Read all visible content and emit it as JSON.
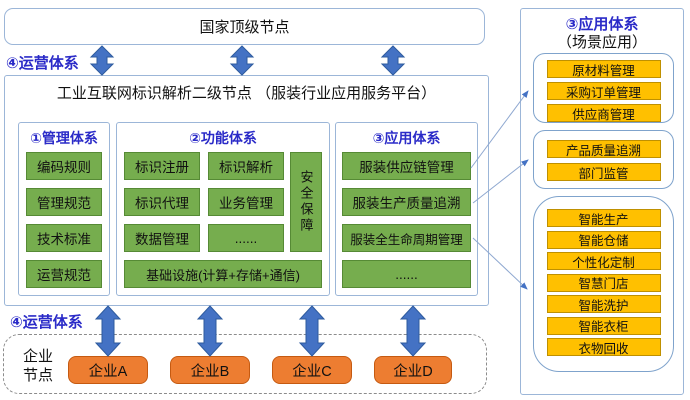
{
  "colors": {
    "arrow_blue": "#4472C4",
    "arrow_outline": "#2E5B9E",
    "frame_border_blue": "#9CB6D8",
    "green_fill": "#76AD4E",
    "green_border": "#568A35",
    "yellow_fill": "#FFC000",
    "orange_fill": "#ED7D31",
    "orange_border": "#C55A11",
    "title_blue": "#2B2BC8"
  },
  "top_node": {
    "label": "国家顶级节点"
  },
  "operation_label_top": "④运营体系",
  "operation_label_bottom": "④运营体系",
  "platform": {
    "title": "工业互联网标识解析二级节点 （服装行业应用服务平台）",
    "management": {
      "title": "①管理体系",
      "items": [
        "编码规则",
        "管理规范",
        "技术标准",
        "运营规范"
      ]
    },
    "function": {
      "title": "②功能体系",
      "grid": [
        "标识注册",
        "标识解析",
        "标识代理",
        "业务管理",
        "数据管理",
        "......"
      ],
      "security": "安全保障",
      "infrastructure": "基础设施(计算+存储+通信)"
    },
    "application": {
      "title": "③应用体系",
      "items": [
        "服装供应链管理",
        "服装生产质量追溯",
        "服装全生命周期管理",
        "......"
      ]
    }
  },
  "scenario_panel": {
    "title": "③应用体系",
    "subtitle": "（场景应用）",
    "groups": [
      {
        "items": [
          "原材料管理",
          "采购订单管理",
          "供应商管理"
        ]
      },
      {
        "items": [
          "产品质量追溯",
          "部门监管"
        ]
      },
      {
        "items": [
          "智能生产",
          "智能仓储",
          "个性化定制",
          "智慧门店",
          "智能洗护",
          "智能衣柜",
          "衣物回收"
        ]
      }
    ]
  },
  "enterprise": {
    "label_line1": "企业",
    "label_line2": "节点",
    "nodes": [
      "企业A",
      "企业B",
      "企业C",
      "企业D"
    ]
  }
}
